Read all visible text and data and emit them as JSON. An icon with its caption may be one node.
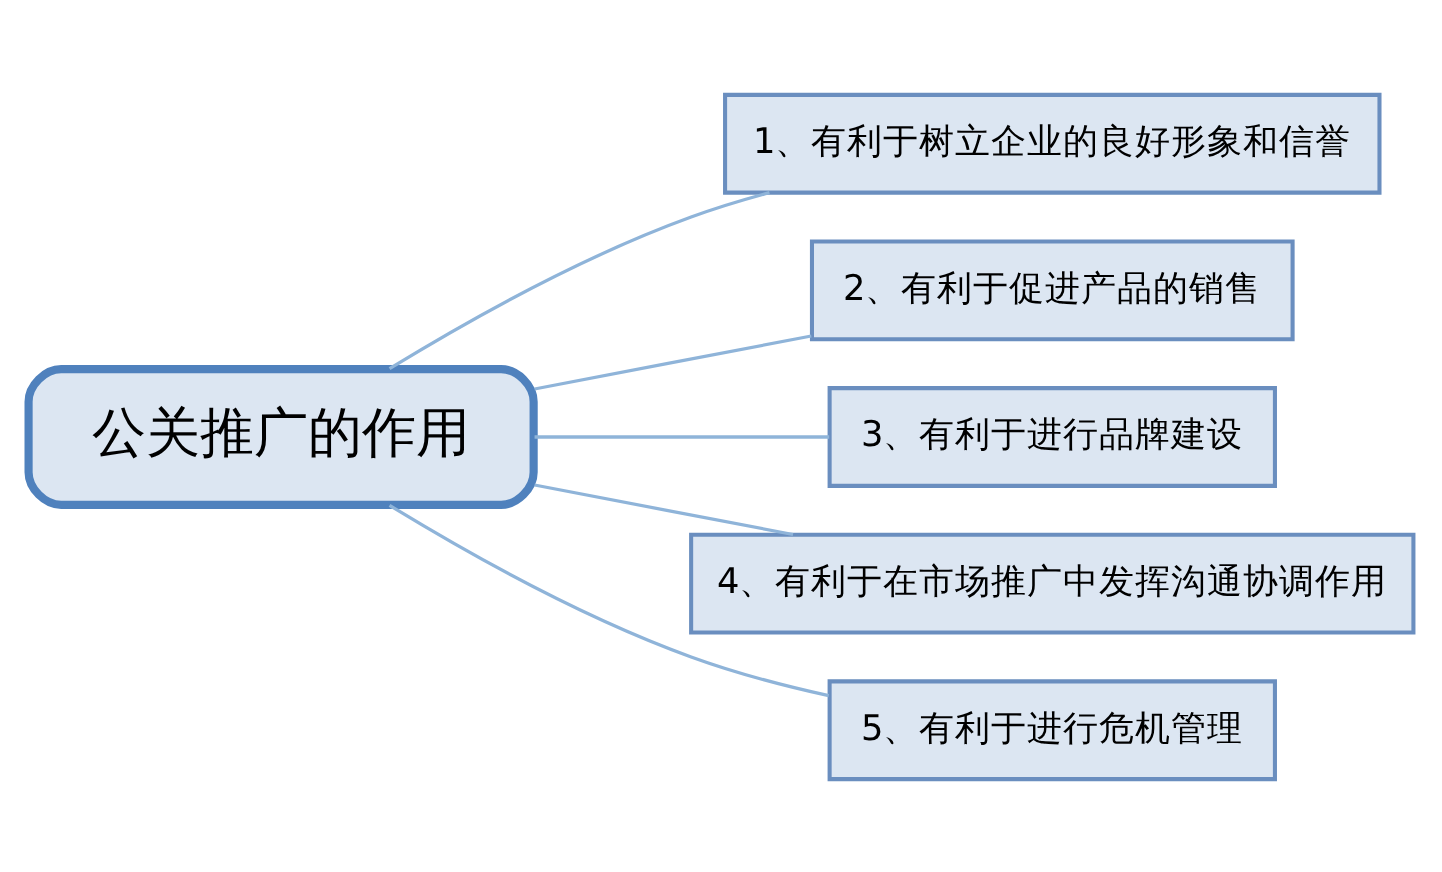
{
  "diagram": {
    "nodes": [
      {
        "text": [
          "公关推广的作用"
        ]
      },
      {
        "text": [
          "1、有利于树立企业的良好形象和信誉"
        ]
      },
      {
        "text": [
          "2、有利于促进产品的销售"
        ]
      },
      {
        "text": [
          "3、有利于进行品牌建设"
        ]
      },
      {
        "text": [
          "4、有利于在市场推广中发挥沟通协调作用"
        ]
      },
      {
        "text": [
          "5、有利于进行危机管理"
        ]
      }
    ],
    "edges": [
      {
        "from": 0,
        "to": 1,
        "arrow": "none"
      },
      {
        "from": 0,
        "to": 2,
        "arrow": "none"
      },
      {
        "from": 0,
        "to": 3,
        "arrow": "none"
      },
      {
        "from": 0,
        "to": 4,
        "arrow": "none"
      },
      {
        "from": 0,
        "to": 5,
        "arrow": "none"
      }
    ]
  }
}
